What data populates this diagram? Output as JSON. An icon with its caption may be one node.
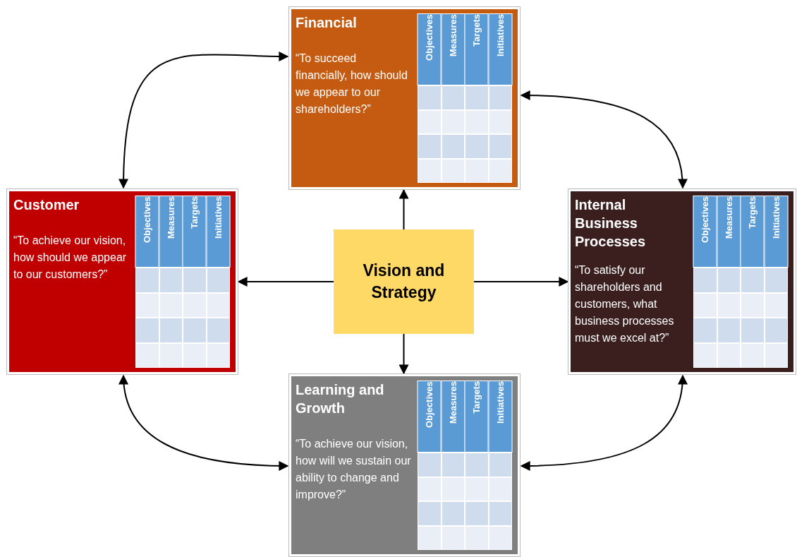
{
  "diagram": {
    "nodes": [
      {
        "text": [
          "Financial",
          "“To succeed financially, how should we appear to our shareholders?”",
          "Objectives",
          "Measures",
          "Targets",
          "Initiatives"
        ]
      },
      {
        "text": [
          "Customer",
          "“To achieve our vision, how should we appear to our customers?”",
          "Objectives",
          "Measures",
          "Targets",
          "Initiatives"
        ]
      },
      {
        "text": [
          "Vision and Strategy"
        ]
      },
      {
        "text": [
          "Internal Business Processes",
          "“To satisfy our shareholders and customers, what business processes must we excel at?”",
          "Objectives",
          "Measures",
          "Targets",
          "Initiatives"
        ]
      },
      {
        "text": [
          "Learning and Growth",
          "“To achieve our vision, how will we sustain our ability to change and improve?”",
          "Objectives",
          "Measures",
          "Targets",
          "Initiatives"
        ]
      }
    ],
    "edges": [
      {
        "from": 2,
        "to": 0,
        "arrow": "to"
      },
      {
        "from": 2,
        "to": 1,
        "arrow": "to"
      },
      {
        "from": 2,
        "to": 3,
        "arrow": "to"
      },
      {
        "from": 2,
        "to": 4,
        "arrow": "to"
      },
      {
        "from": 1,
        "to": 0,
        "arrow": "both"
      },
      {
        "from": 0,
        "to": 3,
        "arrow": "both"
      },
      {
        "from": 3,
        "to": 4,
        "arrow": "both"
      },
      {
        "from": 4,
        "to": 1,
        "arrow": "both"
      }
    ]
  }
}
